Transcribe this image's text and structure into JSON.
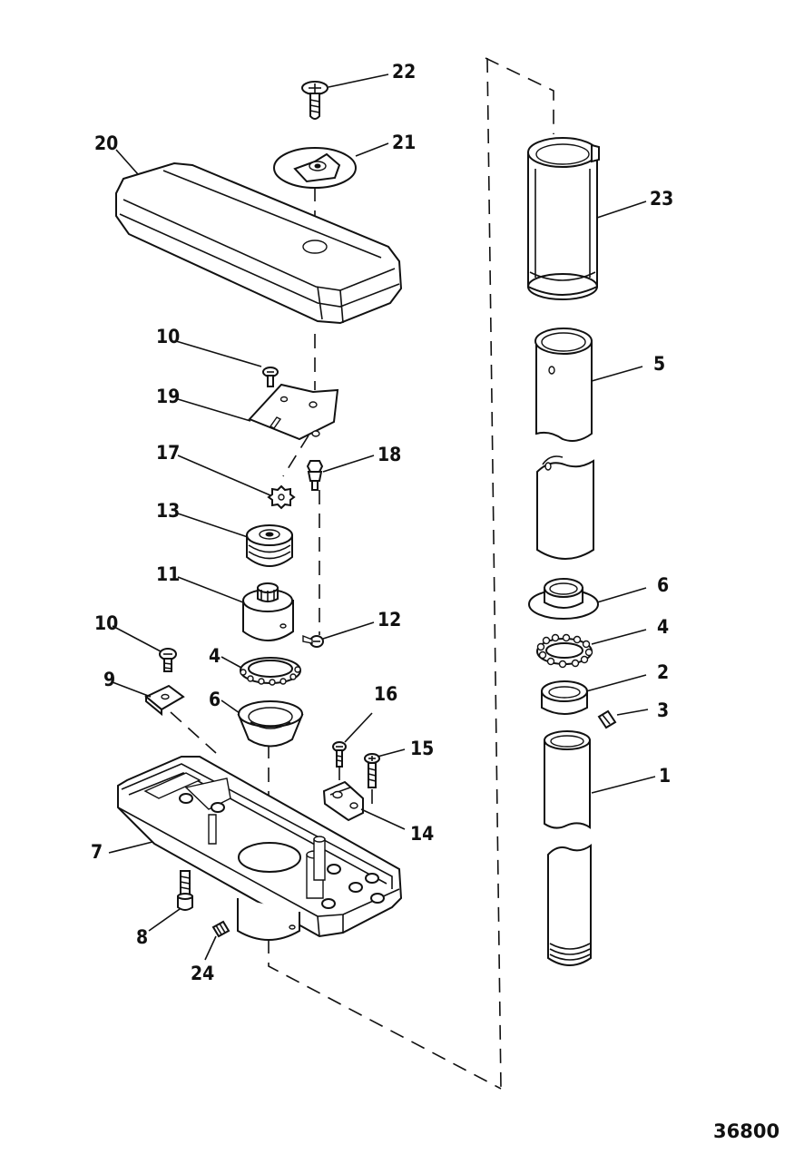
{
  "figure_id": "36800",
  "callouts": [
    {
      "id": "c22",
      "label": "22"
    },
    {
      "id": "c21",
      "label": "21"
    },
    {
      "id": "c20",
      "label": "20"
    },
    {
      "id": "c23",
      "label": "23"
    },
    {
      "id": "c10a",
      "label": "10"
    },
    {
      "id": "c5",
      "label": "5"
    },
    {
      "id": "c19",
      "label": "19"
    },
    {
      "id": "c17",
      "label": "17"
    },
    {
      "id": "c18",
      "label": "18"
    },
    {
      "id": "c13",
      "label": "13"
    },
    {
      "id": "c11",
      "label": "11"
    },
    {
      "id": "c6a",
      "label": "6"
    },
    {
      "id": "c10b",
      "label": "10"
    },
    {
      "id": "c12",
      "label": "12"
    },
    {
      "id": "c4a",
      "label": "4"
    },
    {
      "id": "c4b",
      "label": "4"
    },
    {
      "id": "c9",
      "label": "9"
    },
    {
      "id": "c2",
      "label": "2"
    },
    {
      "id": "c6b",
      "label": "6"
    },
    {
      "id": "c3",
      "label": "3"
    },
    {
      "id": "c16",
      "label": "16"
    },
    {
      "id": "c15",
      "label": "15"
    },
    {
      "id": "c1",
      "label": "1"
    },
    {
      "id": "c14",
      "label": "14"
    },
    {
      "id": "c7",
      "label": "7"
    },
    {
      "id": "c8",
      "label": "8"
    },
    {
      "id": "c24",
      "label": "24"
    }
  ]
}
